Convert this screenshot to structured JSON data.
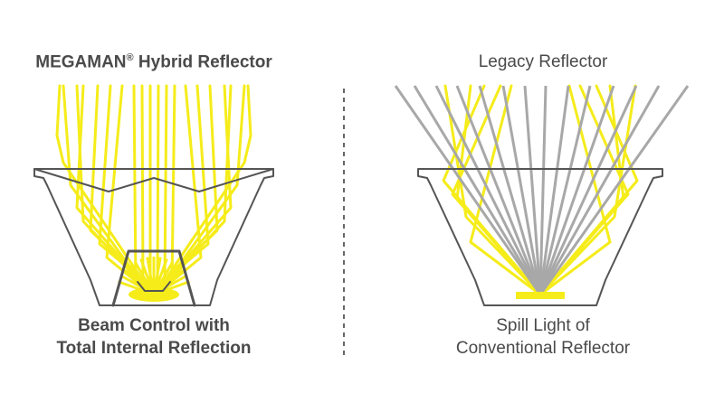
{
  "left": {
    "title_main": "MEGAMAN",
    "title_reg": "®",
    "title_rest": " Hybrid Reflector",
    "caption_line1": "Beam Control with",
    "caption_line2": "Total Internal Reflection"
  },
  "right": {
    "title": "Legacy Reflector",
    "caption_line1": "Spill Light of",
    "caption_line2": "Conventional Reflector"
  },
  "colors": {
    "light_ray": "#f5ec1a",
    "direct_ray": "#a8a8a8",
    "outline": "#555555",
    "divider": "#666666",
    "text": "#4a4a4a"
  }
}
